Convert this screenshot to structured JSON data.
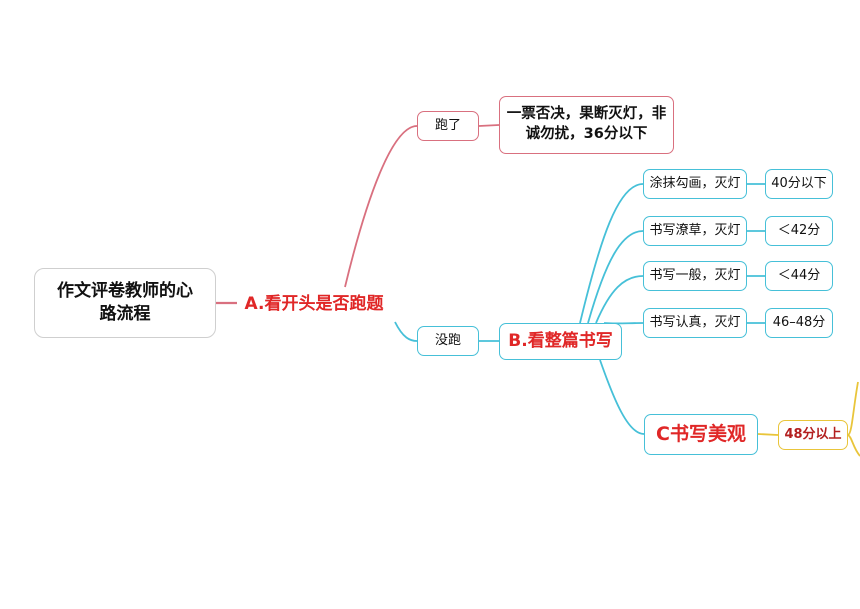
{
  "diagram": {
    "root": {
      "label": "作文评卷教师的心路流程"
    },
    "branch_a": {
      "label": "A.看开头是否跑题"
    },
    "off_topic": {
      "label": "跑了",
      "verdict": "一票否决，果断灭灯，非诚勿扰，36分以下"
    },
    "on_topic": {
      "label": "没跑"
    },
    "branch_b": {
      "label": "B.看整篇书写"
    },
    "handwriting_levels": [
      {
        "label": "涂抹勾画，灭灯",
        "score": "40分以下"
      },
      {
        "label": "书写潦草，灭灯",
        "score": "＜42分"
      },
      {
        "label": "书写一般，灭灯",
        "score": "＜44分"
      },
      {
        "label": "书写认真，灭灯",
        "score": "46–48分"
      }
    ],
    "branch_c": {
      "label": "C书写美观",
      "score": "48分以上"
    }
  },
  "colors": {
    "red_branch": "#d9707f",
    "cyan_branch": "#46c0d8",
    "gold_branch": "#e9c53a",
    "title_red": "#e02727"
  }
}
